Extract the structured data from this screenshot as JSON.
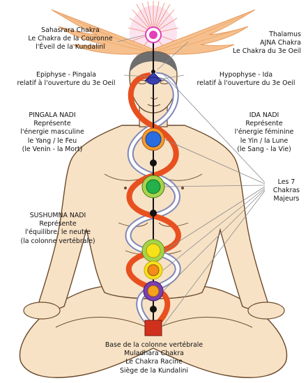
{
  "labels": {
    "sahasrara": {
      "lines": [
        "Sahasrara Chakra",
        "Le Chakra de la Couronne",
        "l'Éveil de la Kundalini"
      ]
    },
    "thalamus": {
      "lines": [
        "Thalamus",
        "AJNA Chakra",
        "Le Chakra du 3e Oeil"
      ]
    },
    "epiphyse": {
      "lines": [
        "Epiphyse - Pingala",
        "relatif à l'ouverture du 3e Oeil"
      ]
    },
    "hypophyse": {
      "lines": [
        "Hypophyse - Ida",
        "relatif à l'ouverture du 3e Oeil"
      ]
    },
    "pingala": {
      "lines": [
        "PINGALA NADI",
        "Représente",
        "l'énergie masculine",
        "le Yang / le Feu",
        "(le Venin - la Mort)"
      ]
    },
    "ida": {
      "lines": [
        "IDA NADI",
        "Représente",
        "l'énergie féminine",
        "le Yin / la Lune",
        "(le Sang - la Vie)"
      ]
    },
    "chakras": {
      "lines": [
        "Les 7",
        "Chakras",
        "Majeurs"
      ]
    },
    "sushumna": {
      "lines": [
        "SUSHUMNA NADI",
        "Représente",
        "l'équilibre, le neutre",
        "(la colonne vertébrale)"
      ]
    },
    "muladhara": {
      "lines": [
        "Base de la colonne vertébrale",
        "Muladhara Chakra",
        "Le Chakra Racine",
        "Siège de la Kundalini"
      ]
    }
  },
  "colors": {
    "pingala": "#e8501f",
    "ida": "#9aa3c7",
    "spine": "#111111",
    "skin": "#f7e2c6",
    "outline": "#6b4a2a",
    "wings": "#f4b57a",
    "crown": "#e23fb8",
    "third_eye": "#3a3fb0",
    "throat": "#2a6de0",
    "heart": "#24b04a",
    "solar": "#f5e21a",
    "sacral": "#f28c1a",
    "root": "#d0311d"
  }
}
